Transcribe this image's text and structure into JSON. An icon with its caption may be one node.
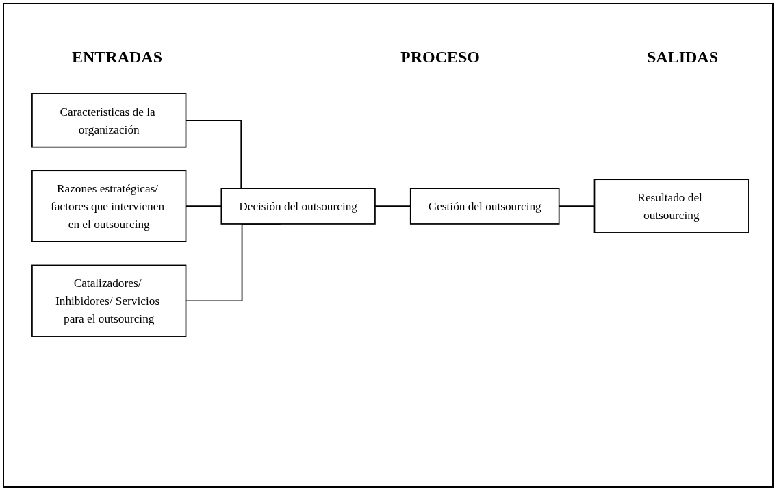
{
  "diagram": {
    "nodes": [
      {
        "text": [
          "Características de la organización"
        ]
      },
      {
        "text": [
          "Razones estratégicas/ factores que intervienen en el outsourcing"
        ]
      },
      {
        "text": [
          "Catalizadores/ Inhibidores/ Servicios para el outsourcing"
        ]
      },
      {
        "text": [
          "Decisión del outsourcing"
        ]
      },
      {
        "text": [
          "Gestión del outsourcing"
        ]
      },
      {
        "text": [
          "Resultado del outsourcing"
        ]
      }
    ],
    "edges": [
      {
        "from": 0,
        "to": 3,
        "arrow": "none"
      },
      {
        "from": 1,
        "to": 3,
        "arrow": "none"
      },
      {
        "from": 2,
        "to": 3,
        "arrow": "none"
      },
      {
        "from": 3,
        "to": 4,
        "arrow": "none"
      },
      {
        "from": 4,
        "to": 5,
        "arrow": "none"
      }
    ],
    "labels": [
      "ENTRADAS",
      "PROCESO",
      "SALIDAS"
    ]
  }
}
